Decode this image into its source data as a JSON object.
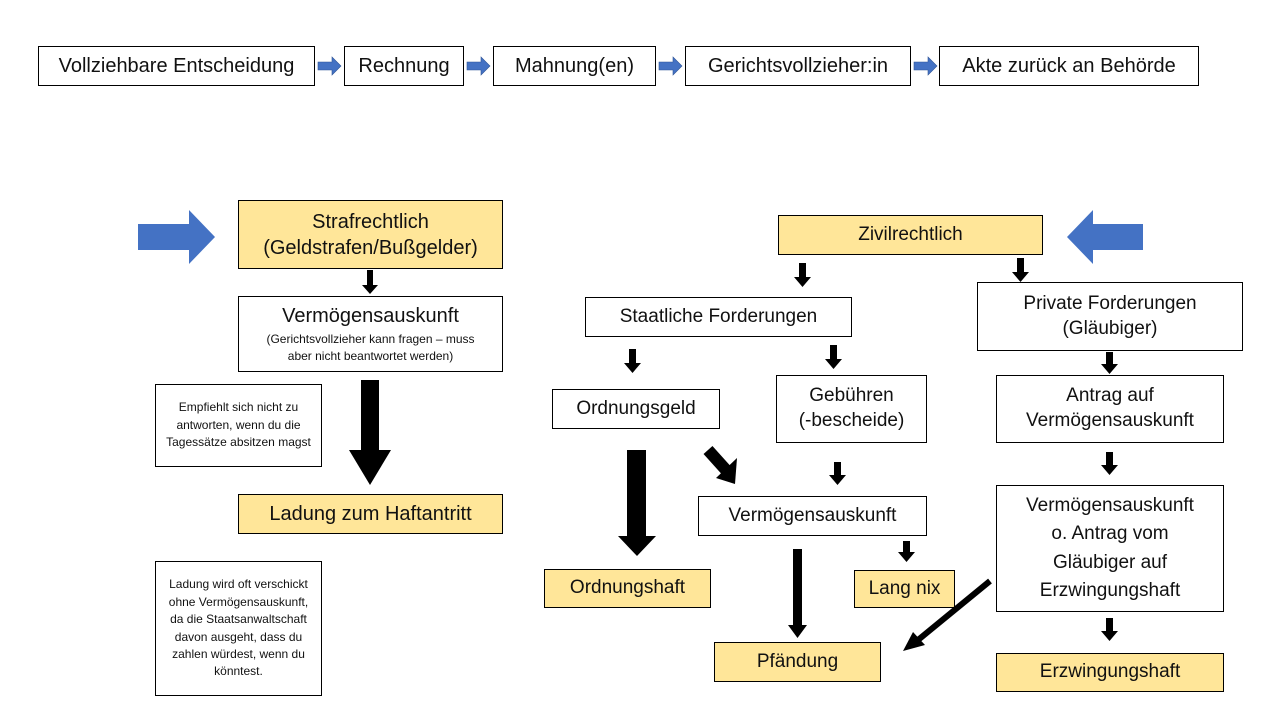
{
  "process_chain": {
    "steps": [
      "Vollziehbare Entscheidung",
      "Rechnung",
      "Mahnung(en)",
      "Gerichtsvollzieher:in",
      "Akte zurück an Behörde"
    ]
  },
  "colors": {
    "highlight_fill": "#ffe699",
    "entry_arrow": "#4472c4",
    "flow_arrow": "#000000"
  },
  "criminal": {
    "title_line1": "Strafrechtlich",
    "title_line2": "(Geldstrafen/Bußgelder)",
    "asset_disclosure_title": "Vermögensauskunft",
    "asset_disclosure_note_line1": "(Gerichtsvollzieher kann fragen – muss",
    "asset_disclosure_note_line2": "aber nicht beantwortet werden)",
    "advice_note": "Empfiehlt sich nicht zu antworten, wenn du die Tagessätze absitzen magst",
    "summons": "Ladung zum Haftantritt",
    "summons_note": "Ladung wird oft verschickt ohne Vermögensauskunft, da die Staatsanwaltschaft davon ausgeht, dass du zahlen würdest, wenn du könntest."
  },
  "civil": {
    "title": "Zivilrechtlich",
    "state_claims": "Staatliche Forderungen",
    "private_claims_line1": "Private Forderungen",
    "private_claims_line2": "(Gläubiger)",
    "administrative_fine": "Ordnungsgeld",
    "fees_line1": "Gebühren",
    "fees_line2": "(-bescheide)",
    "asset_disclosure": "Vermögensauskunft",
    "coercive_detention_order": "Ordnungshaft",
    "nothing_for_long": "Lang nix",
    "seizure": "Pfändung",
    "application_line1": "Antrag auf",
    "application_line2": "Vermögensauskunft",
    "disclosure_or_application_line1": "Vermögensauskunft",
    "disclosure_or_application_line2": "o. Antrag vom",
    "disclosure_or_application_line3": "Gläubiger auf",
    "disclosure_or_application_line4": "Erzwingungshaft",
    "coercive_detention": "Erzwingungshaft"
  }
}
